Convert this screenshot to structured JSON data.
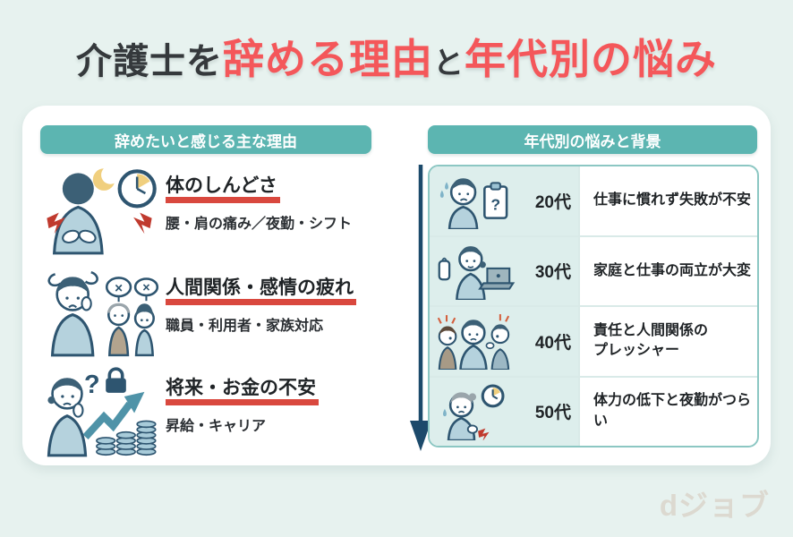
{
  "title": {
    "part1": "介護士を",
    "part2": "辞める理由",
    "part3": "と",
    "part4": "年代別の悩み"
  },
  "left_panel": {
    "header": "辞めたいと感じる主な理由",
    "items": [
      {
        "icon": "back-pain",
        "title": "体のしんどさ",
        "sub": "腰・肩の痛み／夜勤・シフト"
      },
      {
        "icon": "relationship-stress",
        "title": "人間関係・感情の疲れ",
        "sub": "職員・利用者・家族対応"
      },
      {
        "icon": "money-worry",
        "title": "将来・お金の不安",
        "sub": "昇給・キャリア"
      }
    ]
  },
  "right_panel": {
    "header": "年代別の悩みと背景",
    "rows": [
      {
        "icon": "worried-newcomer",
        "age": "20代",
        "text": "仕事に慣れず失敗が不安"
      },
      {
        "icon": "working-mother",
        "age": "30代",
        "text": "家庭と仕事の両立が大変"
      },
      {
        "icon": "peer-pressure",
        "age": "40代",
        "text": "責任と人間関係の\nプレッシャー"
      },
      {
        "icon": "tired-senior",
        "age": "50代",
        "text": "体力の低下と夜勤がつらい"
      }
    ]
  },
  "illustrations": {
    "question_mark": "?",
    "cross_mark": "×"
  },
  "logo": "dジョブ",
  "colors": {
    "page_bg": "#e7f2ef",
    "accent_teal": "#5cb5b1",
    "accent_red": "#f4575a",
    "underline_red": "#d9483e",
    "arrow_navy": "#1c4a6b",
    "row_bg": "#ddeeec",
    "logo_gray": "#dcd9d0"
  }
}
